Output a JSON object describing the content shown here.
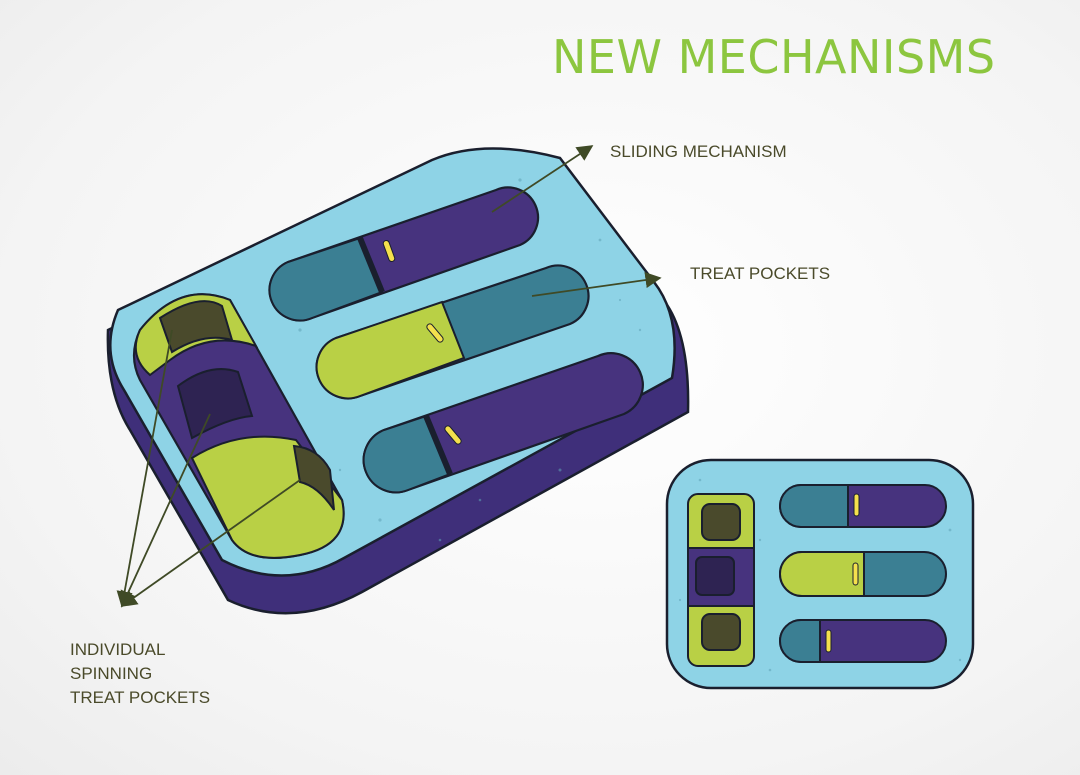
{
  "title": "NEW MECHANISMS",
  "callouts": {
    "sliding": "SLIDING MECHANISM",
    "pockets": "TREAT POCKETS",
    "spinning": [
      "INDIVIDUAL",
      "SPINNING",
      "TREAT POCKETS"
    ]
  },
  "colors": {
    "title_green": "#8cc63f",
    "label_text": "#4a4a2a",
    "arrow": "#3f4a26",
    "tray_top": "#8ed3e6",
    "tray_side": "#3f2f7a",
    "purple": "#47337e",
    "dark_purple": "#2e2352",
    "teal": "#3b7f93",
    "lime": "#b9d045",
    "olive": "#4a4a2c",
    "outline": "#1a1f2e",
    "handle": "#f4e04d"
  },
  "icons": [
    "tray-3d-illustration",
    "tray-top-view-illustration"
  ]
}
